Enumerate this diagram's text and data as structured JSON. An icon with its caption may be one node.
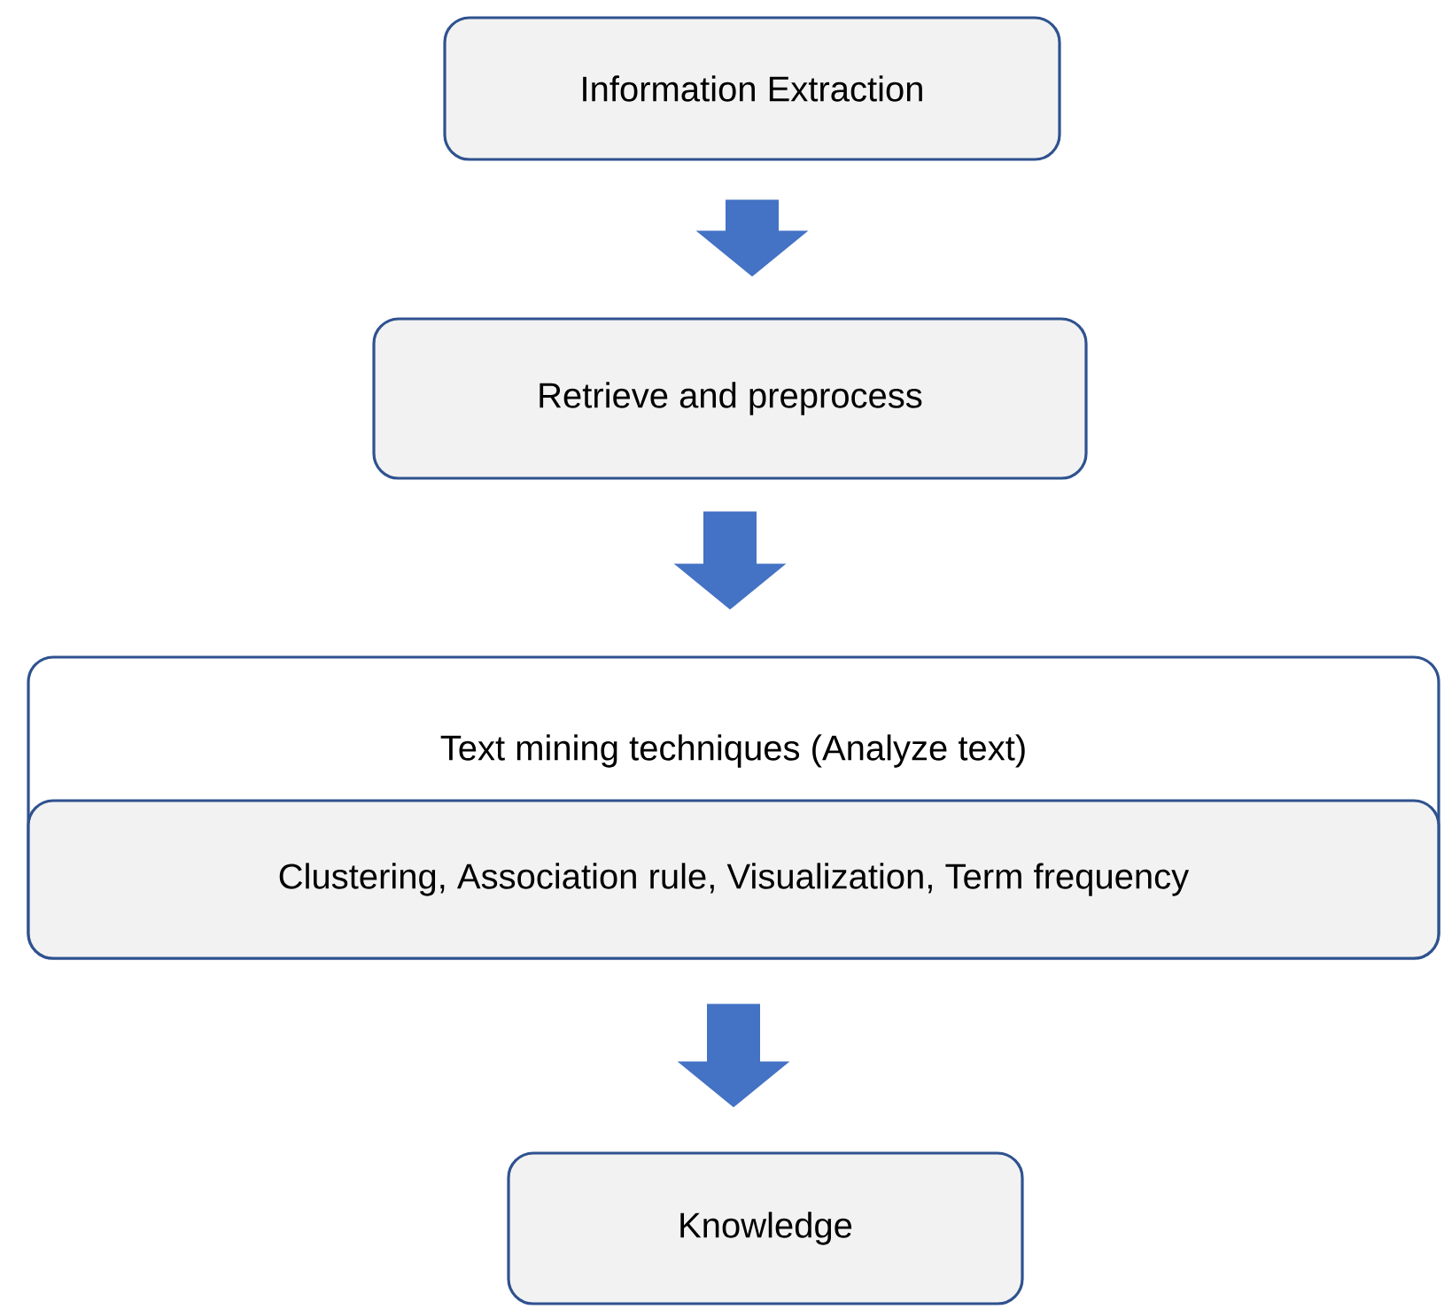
{
  "diagram": {
    "nodes": [
      {
        "text": [
          "Information Extraction"
        ]
      },
      {
        "text": [
          "Retrieve and preprocess"
        ]
      },
      {
        "text": [
          "Text mining techniques (Analyze text)"
        ]
      },
      {
        "text": [
          "Clustering, Association rule, Visualization, Term frequency"
        ],
        "in": 2
      },
      {
        "text": [
          "Knowledge"
        ]
      }
    ],
    "edges": [
      {
        "from": 0,
        "to": 1,
        "arrow": "to"
      },
      {
        "from": 1,
        "to": 2,
        "arrow": "to"
      },
      {
        "from": 2,
        "to": 4,
        "arrow": "to"
      }
    ]
  }
}
